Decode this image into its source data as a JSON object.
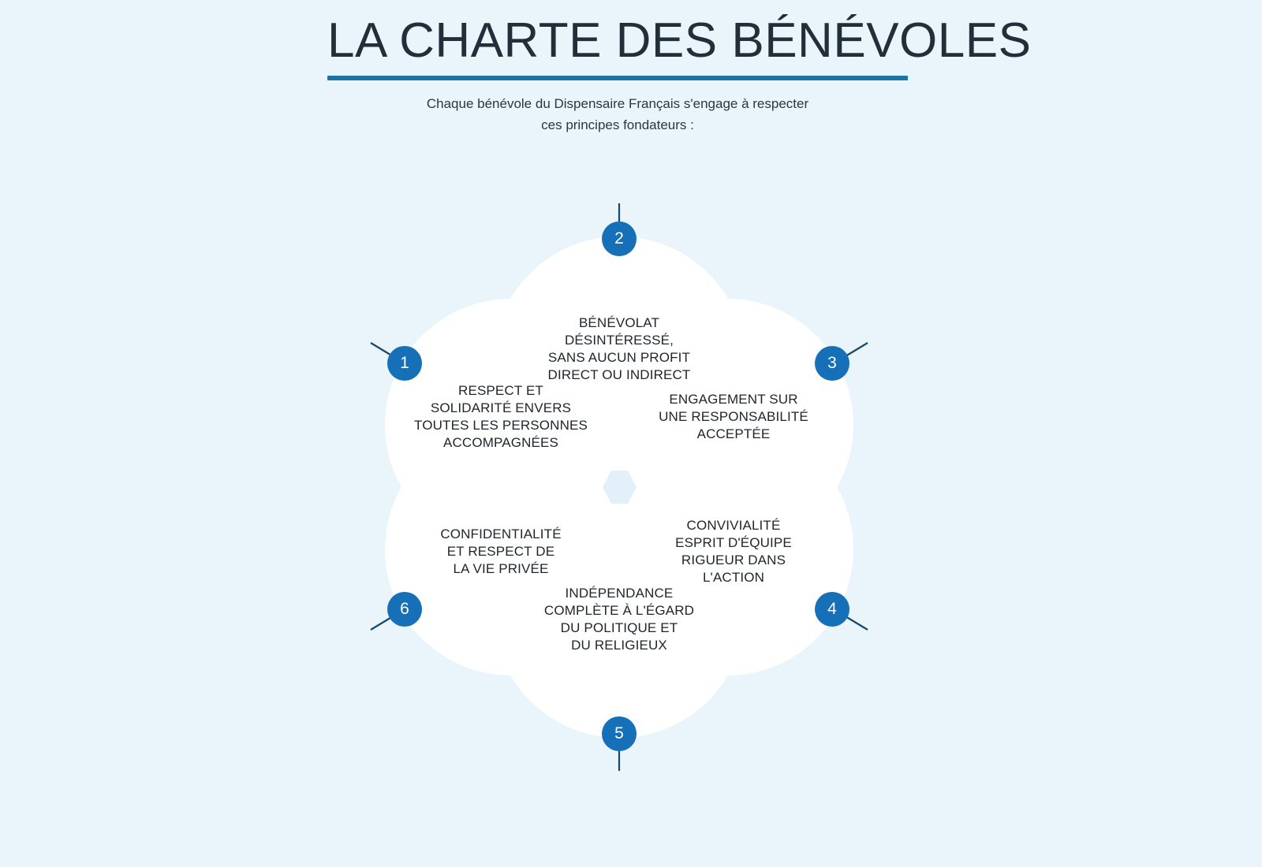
{
  "page": {
    "background_color": "#e9f4fb",
    "accent_color": "#1570b8",
    "rule_color": "#1b73a8",
    "text_color": "#20262c"
  },
  "header": {
    "title": "LA CHARTE DES BÉNÉVOLES",
    "subtitle_line1": "Chaque bénévole du Dispensaire Français s'engage à respecter",
    "subtitle_line2": "ces principes fondateurs :"
  },
  "diagram": {
    "type": "flower-petal-diagram",
    "center_shape": "hexagon",
    "petals": [
      {
        "number": "1",
        "text": "RESPECT ET\nSOLIDARITÉ ENVERS\nTOUTES LES PERSONNES\nACCOMPAGNÉES"
      },
      {
        "number": "2",
        "text": "BÉNÉVOLAT\nDÉSINTÉRESSÉ,\nSANS AUCUN PROFIT\nDIRECT OU INDIRECT"
      },
      {
        "number": "3",
        "text": "ENGAGEMENT SUR\nUNE RESPONSABILITÉ\nACCEPTÉE"
      },
      {
        "number": "4",
        "text": "CONVIVIALITÉ\nESPRIT D'ÉQUIPE\nRIGUEUR DANS\nL'ACTION"
      },
      {
        "number": "5",
        "text": "INDÉPENDANCE\nCOMPLÈTE À L'ÉGARD\nDU POLITIQUE ET\nDU RELIGIEUX"
      },
      {
        "number": "6",
        "text": "CONFIDENTIALITÉ\nET RESPECT DE\nLA VIE PRIVÉE"
      }
    ]
  }
}
